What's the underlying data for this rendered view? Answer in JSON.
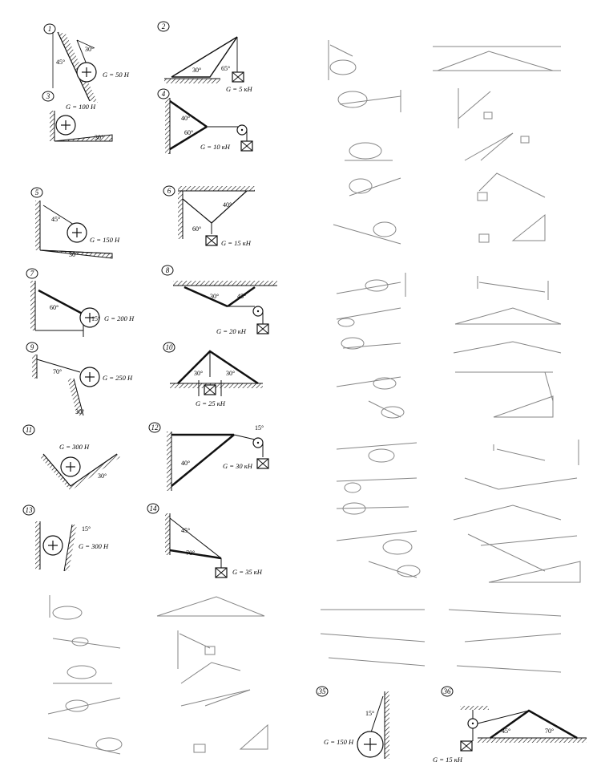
{
  "problems": [
    {
      "num": "1",
      "G": "G = 50 H",
      "angles": [
        "30°",
        "45°"
      ]
    },
    {
      "num": "2",
      "G": "G = 5 кН",
      "angles": [
        "30°",
        "65°"
      ]
    },
    {
      "num": "3",
      "G": "G = 100 H",
      "angles": [
        "30°"
      ]
    },
    {
      "num": "4",
      "G": "G = 10 кН",
      "angles": [
        "40°",
        "60°"
      ]
    },
    {
      "num": "5",
      "G": "G = 150 H",
      "angles": [
        "45°",
        "30°"
      ]
    },
    {
      "num": "6",
      "G": "G = 15 кН",
      "angles": [
        "40°",
        "60°"
      ]
    },
    {
      "num": "7",
      "G": "G = 200 H",
      "angles": [
        "60°",
        "15°"
      ]
    },
    {
      "num": "8",
      "G": "G = 20 кН",
      "angles": [
        "30°",
        "45°"
      ]
    },
    {
      "num": "9",
      "G": "G = 250 H",
      "angles": [
        "70°",
        "30°"
      ]
    },
    {
      "num": "10",
      "G": "G = 25 кН",
      "angles": [
        "30°",
        "30°"
      ]
    },
    {
      "num": "11",
      "G": "G = 300 H",
      "angles": [
        "30°"
      ]
    },
    {
      "num": "12",
      "G": "G = 30 кН",
      "angles": [
        "15°",
        "40°"
      ]
    },
    {
      "num": "13",
      "G": "G = 300 H",
      "angles": [
        "15°"
      ]
    },
    {
      "num": "14",
      "G": "G = 35 кН",
      "angles": [
        "45°",
        "70°"
      ]
    },
    {
      "num": "35",
      "G": "G = 150 H",
      "angles": [
        "15°"
      ]
    },
    {
      "num": "36",
      "G": "G = 15 кН",
      "angles": [
        "45°",
        "70°"
      ]
    }
  ]
}
